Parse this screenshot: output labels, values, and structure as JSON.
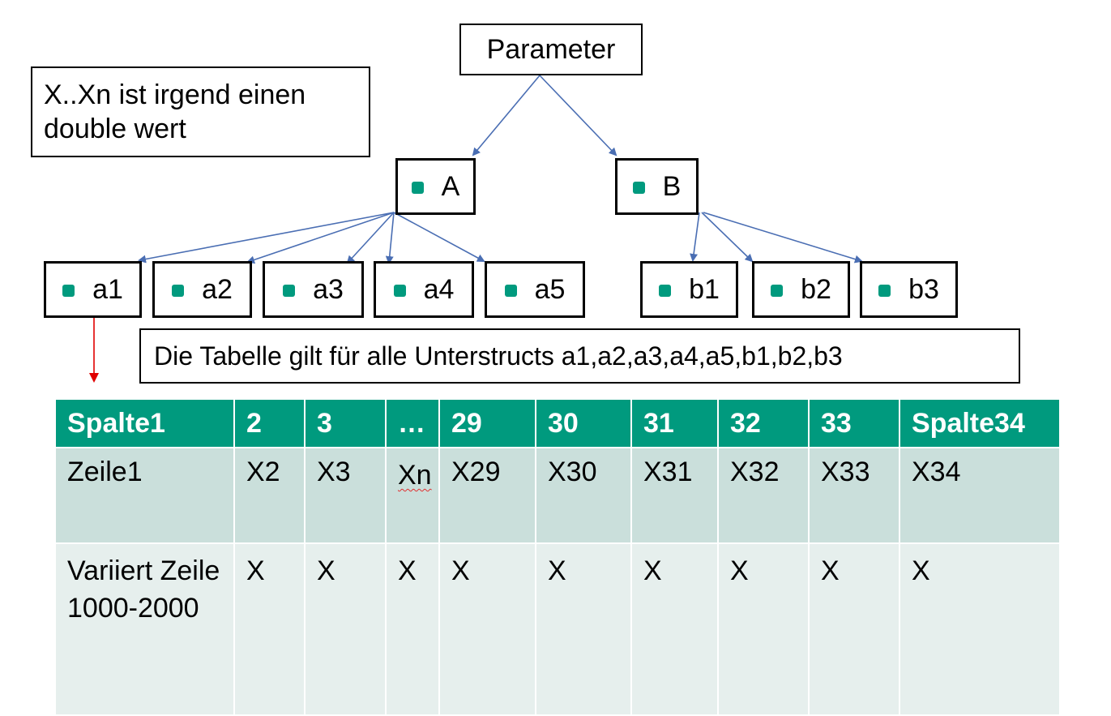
{
  "diagram": {
    "root": "Parameter",
    "note": "X..Xn ist irgend einen\ndouble wert",
    "level1": [
      {
        "label": "A"
      },
      {
        "label": "B"
      }
    ],
    "level2": [
      {
        "label": "a1"
      },
      {
        "label": "a2"
      },
      {
        "label": "a3"
      },
      {
        "label": "a4"
      },
      {
        "label": "a5"
      },
      {
        "label": "b1"
      },
      {
        "label": "b2"
      },
      {
        "label": "b3"
      }
    ],
    "table_note": "Die Tabelle gilt für alle Unterstructs a1,a2,a3,a4,a5,b1,b2,b3",
    "colors": {
      "accent": "#009a7e",
      "arrow": "#4a6eb3",
      "pointer_arrow": "#e00000",
      "row_1_bg": "#cadfdb",
      "row_2_bg": "#e6efed"
    }
  },
  "table": {
    "headers": [
      "Spalte1",
      "2",
      "3",
      "…",
      "29",
      "30",
      "31",
      "32",
      "33",
      "Spalte34"
    ],
    "rows": [
      [
        "Zeile1",
        "X2",
        "X3",
        "Xn",
        "X29",
        "X30",
        "X31",
        "X32",
        "X33",
        "X34"
      ],
      [
        "Variiert Zeile 1000-2000",
        "X",
        "X",
        "X",
        "X",
        "X",
        "X",
        "X",
        "X",
        "X"
      ]
    ]
  }
}
